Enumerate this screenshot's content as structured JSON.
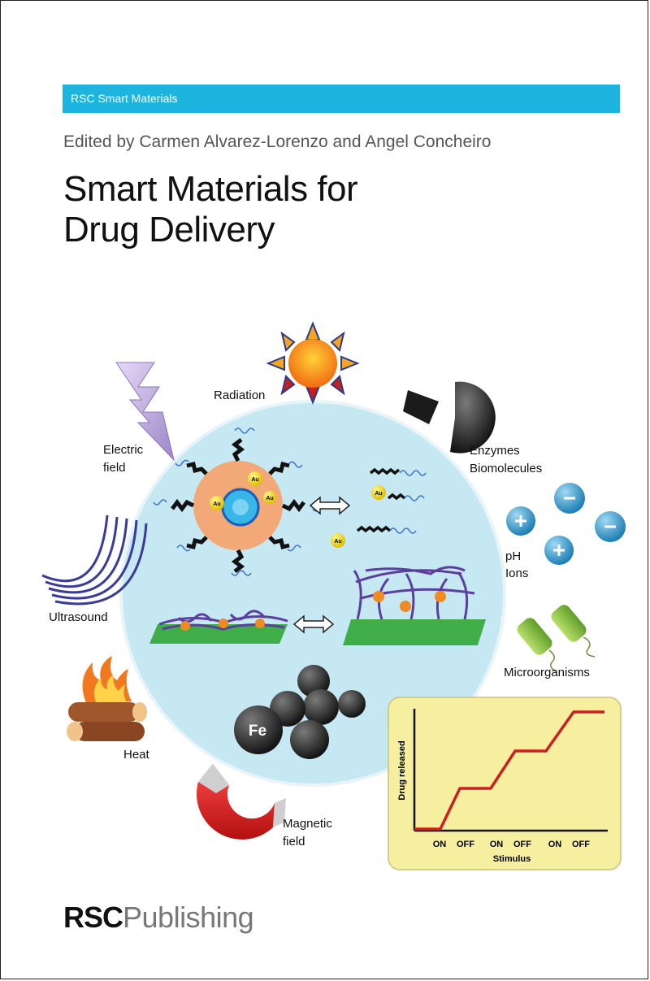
{
  "series": {
    "name": "RSC Smart Materials"
  },
  "editors": "Edited by Carmen Alvarez-Lorenzo and Angel Concheiro",
  "title": {
    "line1": "Smart Materials for",
    "line2": "Drug Delivery"
  },
  "stimuli": {
    "radiation": "Radiation",
    "electric_1": "Electric",
    "electric_2": "field",
    "enzymes_1": "Enzymes",
    "enzymes_2": "Biomolecules",
    "ph": "pH",
    "ions": "Ions",
    "ultrasound": "Ultrasound",
    "microorganisms": "Microorganisms",
    "heat": "Heat",
    "magnetic_1": "Magnetic",
    "magnetic_2": "field"
  },
  "particles": {
    "gold": "Au",
    "iron": "Fe"
  },
  "inset_chart": {
    "ylabel": "Drug released",
    "xlabel": "Stimulus",
    "ticks": [
      "ON",
      "OFF",
      "ON",
      "OFF",
      "ON",
      "OFF"
    ],
    "colors": {
      "panel": "#f7efa0",
      "line": "#cc1f1f"
    }
  },
  "publisher": {
    "rsc": "RSC",
    "name": "Publishing"
  },
  "colors": {
    "band": "#1eb4e0",
    "circle": "#c5e8f3"
  }
}
